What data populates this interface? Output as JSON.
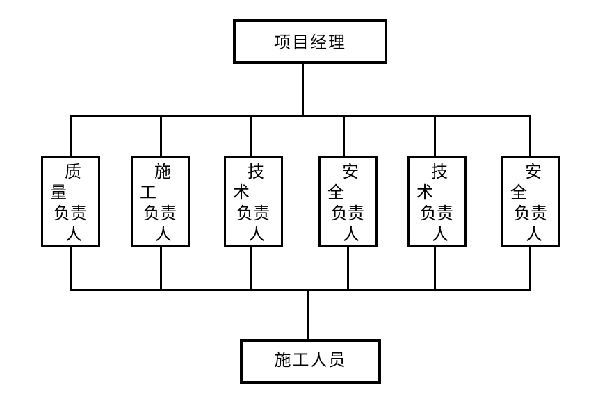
{
  "colors": {
    "background": "#ffffff",
    "line": "#000000",
    "text": "#000000"
  },
  "org_chart": {
    "top": {
      "label": "项目经理"
    },
    "middle": {
      "boxes": [
        {
          "label": "质量负责人",
          "lines": [
            "质",
            "量",
            "负责",
            "人"
          ]
        },
        {
          "label": "施工负责人",
          "lines": [
            "施",
            "工",
            "负责",
            "人"
          ]
        },
        {
          "label": "技术负责人",
          "lines": [
            "技",
            "术",
            "负责",
            "人"
          ]
        },
        {
          "label": "安全负责人",
          "lines": [
            "安",
            "全",
            "负责",
            "人"
          ]
        },
        {
          "label": "技术负责人",
          "lines": [
            "技",
            "术",
            "负责",
            "人"
          ]
        },
        {
          "label": "安全负责人",
          "lines": [
            "安",
            "全",
            "负责",
            "人"
          ]
        }
      ]
    },
    "bottom": {
      "label": "施工人员"
    }
  }
}
